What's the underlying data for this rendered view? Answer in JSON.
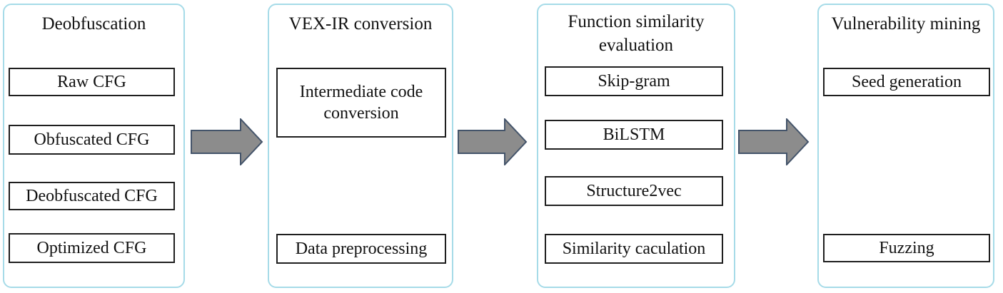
{
  "diagram": {
    "panels": [
      {
        "title": "Deobfuscation",
        "boxes": [
          {
            "label": "Raw CFG"
          },
          {
            "label": "Obfuscated CFG"
          },
          {
            "label": "Deobfuscated CFG"
          },
          {
            "label": "Optimized CFG"
          }
        ]
      },
      {
        "title": "VEX-IR conversion",
        "boxes": [
          {
            "label": "Intermediate code conversion"
          },
          {
            "label": "Data preprocessing"
          }
        ]
      },
      {
        "title": "Function similarity evaluation",
        "boxes": [
          {
            "label": "Skip-gram"
          },
          {
            "label": "BiLSTM"
          },
          {
            "label": "Structure2vec"
          },
          {
            "label": "Similarity caculation"
          }
        ]
      },
      {
        "title": "Vulnerability mining",
        "boxes": [
          {
            "label": "Seed generation"
          },
          {
            "label": "Fuzzing"
          }
        ]
      }
    ],
    "arrows": [
      {
        "name": "arrow-deobfuscation-to-vexir",
        "direction": "right"
      },
      {
        "name": "arrow-vexir-to-similarity",
        "direction": "right"
      },
      {
        "name": "arrow-similarity-to-mining",
        "direction": "right"
      }
    ],
    "colors": {
      "panel_border": "#a6dbe8",
      "box_border": "#1f1f1f",
      "arrow_fill": "#8c8c8c",
      "arrow_stroke": "#44546a",
      "text": "#111111",
      "background": "#ffffff"
    }
  }
}
